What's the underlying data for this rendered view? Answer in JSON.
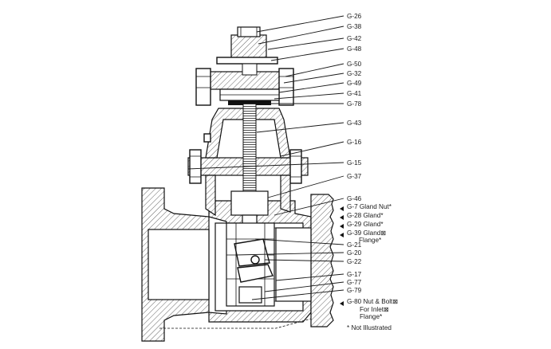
{
  "callouts": [
    "G-26",
    "G-38",
    "G-42",
    "G-48",
    "G-50",
    "G-32",
    "G-49",
    "G-41",
    "G-78",
    "G-43",
    "G-16",
    "G-15",
    "G-37",
    "G-46",
    "G-7 Gland Nut*",
    "G-28 Gland*",
    "G-29 Gland*",
    "G-39 Gland⊠",
    "Flange*",
    "G-21",
    "G-20",
    "G-22",
    "G-17",
    "G-77",
    "G-79",
    "G-80 Nut & Bolt⊠",
    "For Inlet⊠",
    "Flange*"
  ],
  "footnote": "* Not Illustrated"
}
